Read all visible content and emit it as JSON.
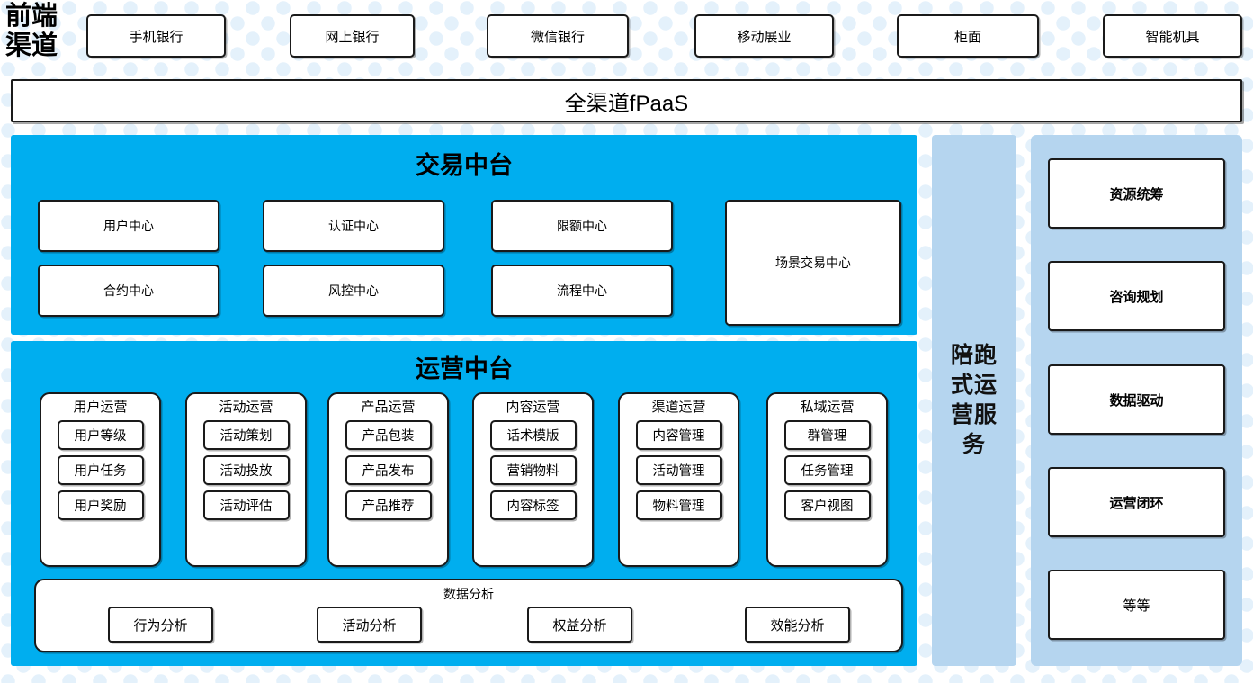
{
  "colors": {
    "platform_cyan": "#00AEEF",
    "service_panel_blue": "#B5D5EF",
    "dot_blue": "#E4F1FB",
    "box_border": "#1A1A1A"
  },
  "channels": {
    "label": "前端\n渠道",
    "label_line1": "前端",
    "label_line2": "渠道",
    "items": [
      {
        "label": "手机银行"
      },
      {
        "label": "网上银行"
      },
      {
        "label": "微信银行"
      },
      {
        "label": "移动展业"
      },
      {
        "label": "柜面"
      },
      {
        "label": "智能机具"
      }
    ]
  },
  "fpaas": {
    "label": "全渠道fPaaS"
  },
  "trade_platform": {
    "title": "交易中台",
    "centers": [
      {
        "label": "用户中心"
      },
      {
        "label": "认证中心"
      },
      {
        "label": "限额中心"
      },
      {
        "label": "合约中心"
      },
      {
        "label": "风控中心"
      },
      {
        "label": "流程中心"
      }
    ],
    "scene_center": {
      "label": "场景交易中心"
    }
  },
  "ops_platform": {
    "title": "运营中台",
    "columns": [
      {
        "title": "用户运营",
        "items": [
          "用户等级",
          "用户任务",
          "用户奖励"
        ]
      },
      {
        "title": "活动运营",
        "items": [
          "活动策划",
          "活动投放",
          "活动评估"
        ]
      },
      {
        "title": "产品运营",
        "items": [
          "产品包装",
          "产品发布",
          "产品推荐"
        ]
      },
      {
        "title": "内容运营",
        "items": [
          "话术模版",
          "营销物料",
          "内容标签"
        ]
      },
      {
        "title": "渠道运营",
        "items": [
          "内容管理",
          "活动管理",
          "物料管理"
        ]
      },
      {
        "title": "私域运营",
        "items": [
          "群管理",
          "任务管理",
          "客户视图"
        ]
      }
    ],
    "data_analysis": {
      "title": "数据分析",
      "items": [
        "行为分析",
        "活动分析",
        "权益分析",
        "效能分析"
      ]
    }
  },
  "accompany_service": {
    "label": "陪跑式运营服务"
  },
  "services": {
    "cards": [
      {
        "label": "资源统筹",
        "bold": true
      },
      {
        "label": "咨询规划",
        "bold": true
      },
      {
        "label": "数据驱动",
        "bold": true
      },
      {
        "label": "运营闭环",
        "bold": true
      },
      {
        "label": "等等",
        "bold": false
      }
    ]
  }
}
